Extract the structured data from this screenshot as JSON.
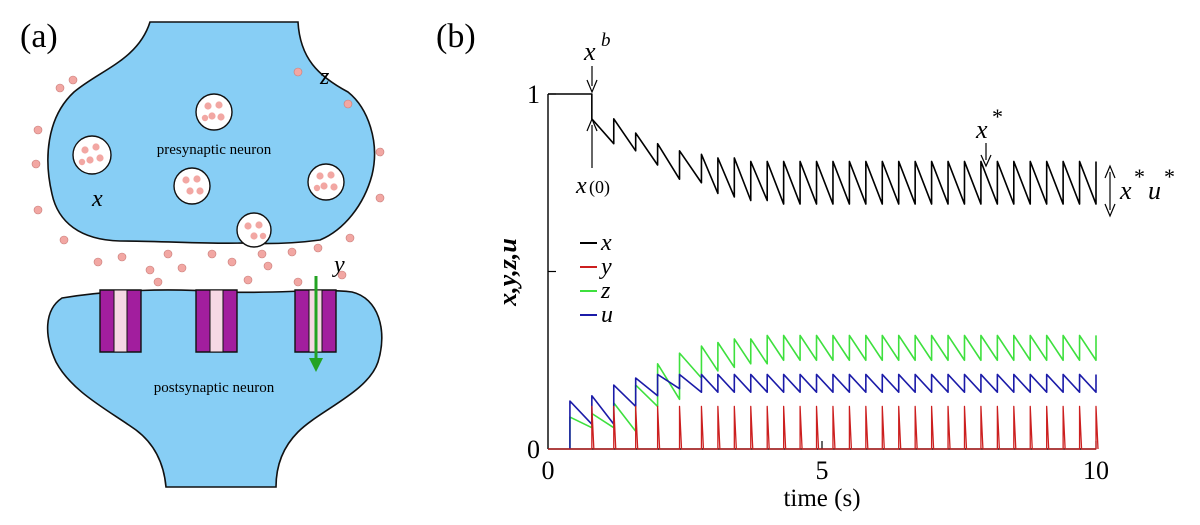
{
  "panel_a": {
    "label": "(a)",
    "presynaptic_label": "presynaptic neuron",
    "postsynaptic_label": "postsynaptic neuron",
    "var_x": "x",
    "var_y": "y",
    "var_z": "z",
    "colors": {
      "neuron_fill": "#87CEF5",
      "vesicle_fill": "#ffffff",
      "transmitter_dot": "#F2A7A3",
      "receptor_fill": "#A21E9E",
      "receptor_channel": "#F6D8E4",
      "flow_arrow": "#23A323"
    }
  },
  "panel_b": {
    "label": "(b)",
    "annotations": {
      "xb_base": "x",
      "xb_sup": "b",
      "x0_base": "x",
      "x0_paren": "(0)",
      "xstar_base": "x",
      "xstar_sup": "*",
      "xu_base1": "x",
      "xu_star1": "*",
      "xu_base2": "u",
      "xu_star2": "*"
    },
    "legend": [
      {
        "label": "x",
        "color": "#000000"
      },
      {
        "label": "y",
        "color": "#CC1F1F"
      },
      {
        "label": "z",
        "color": "#3EE03E"
      },
      {
        "label": "u",
        "color": "#1B1BA8"
      }
    ]
  },
  "chart_data": {
    "type": "line",
    "xlabel": "time (s)",
    "ylabel": "x,y,z,u",
    "xlim": [
      0,
      10
    ],
    "ylim": [
      0,
      1
    ],
    "x_ticks": [
      "0",
      "5",
      "10"
    ],
    "y_ticks": [
      "0",
      "1"
    ],
    "spike_times": [
      0.8,
      1.2,
      1.6,
      2.0,
      2.4,
      2.8,
      3.1,
      3.4,
      3.7,
      4.0,
      4.3,
      4.6,
      4.9,
      5.2,
      5.5,
      5.8,
      6.1,
      6.4,
      6.7,
      7.0,
      7.3,
      7.6,
      7.9,
      8.2,
      8.5,
      8.8,
      9.1,
      9.4,
      9.7,
      10.0
    ],
    "series": [
      {
        "name": "x",
        "color": "#000000",
        "start_value": 1.0,
        "peak_values": [
          0.93,
          0.93,
          0.89,
          0.86,
          0.84,
          0.83,
          0.82,
          0.82,
          0.81,
          0.81,
          0.81,
          0.81,
          0.81,
          0.81,
          0.81,
          0.81,
          0.81,
          0.81,
          0.81,
          0.81,
          0.81,
          0.81,
          0.81,
          0.81,
          0.81,
          0.81,
          0.81,
          0.81,
          0.81,
          0.81
        ],
        "trough_values": [
          0.86,
          0.84,
          0.8,
          0.76,
          0.75,
          0.72,
          0.71,
          0.7,
          0.7,
          0.69,
          0.69,
          0.69,
          0.69,
          0.69,
          0.69,
          0.69,
          0.69,
          0.69,
          0.69,
          0.69,
          0.69,
          0.69,
          0.69,
          0.69,
          0.69,
          0.69,
          0.69,
          0.69,
          0.69,
          0.69
        ]
      },
      {
        "name": "y",
        "color": "#CC1F1F",
        "start_value": 0.0,
        "peak_values": [
          0.12,
          0.12,
          0.12,
          0.12,
          0.12,
          0.12,
          0.12,
          0.12,
          0.12,
          0.12,
          0.12,
          0.12,
          0.12,
          0.12,
          0.12,
          0.12,
          0.12,
          0.12,
          0.12,
          0.12,
          0.12,
          0.12,
          0.12,
          0.12,
          0.12,
          0.12,
          0.12,
          0.12,
          0.12,
          0.12
        ]
      },
      {
        "name": "z",
        "color": "#3EE03E",
        "start_value": 0.0,
        "peak_values": [
          0.1,
          0.13,
          0.18,
          0.24,
          0.27,
          0.29,
          0.3,
          0.31,
          0.31,
          0.32,
          0.32,
          0.32,
          0.32,
          0.32,
          0.32,
          0.32,
          0.32,
          0.32,
          0.32,
          0.32,
          0.32,
          0.32,
          0.32,
          0.32,
          0.32,
          0.32,
          0.32,
          0.32,
          0.32,
          0.32
        ],
        "trough_values": [
          0.06,
          0.05,
          0.12,
          0.14,
          0.2,
          0.22,
          0.23,
          0.24,
          0.24,
          0.25,
          0.25,
          0.25,
          0.25,
          0.25,
          0.25,
          0.25,
          0.25,
          0.25,
          0.25,
          0.25,
          0.25,
          0.25,
          0.25,
          0.25,
          0.25,
          0.25,
          0.25,
          0.25,
          0.25,
          0.25
        ]
      },
      {
        "name": "u",
        "color": "#1B1BA8",
        "start_value": 0.0,
        "peak_values": [
          0.15,
          0.18,
          0.2,
          0.21,
          0.21,
          0.21,
          0.21,
          0.21,
          0.21,
          0.21,
          0.21,
          0.21,
          0.21,
          0.21,
          0.21,
          0.21,
          0.21,
          0.21,
          0.21,
          0.21,
          0.21,
          0.21,
          0.21,
          0.21,
          0.21,
          0.21,
          0.21,
          0.21,
          0.21,
          0.21
        ],
        "trough_values": [
          0.07,
          0.12,
          0.15,
          0.17,
          0.16,
          0.16,
          0.16,
          0.16,
          0.16,
          0.16,
          0.16,
          0.16,
          0.16,
          0.16,
          0.16,
          0.16,
          0.16,
          0.16,
          0.16,
          0.16,
          0.16,
          0.16,
          0.16,
          0.16,
          0.16,
          0.16,
          0.16,
          0.16,
          0.16,
          0.16
        ]
      }
    ]
  }
}
